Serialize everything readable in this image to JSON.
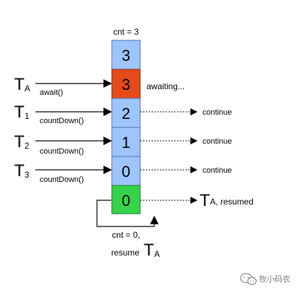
{
  "counter_label": "cnt = 3",
  "stack": [
    {
      "value": "3",
      "fill": "#9ec5fe",
      "stroke": "#4a6fa5"
    },
    {
      "value": "3",
      "fill": "#e64a19",
      "stroke": "#7a2a12"
    },
    {
      "value": "2",
      "fill": "#9ec5fe",
      "stroke": "#4a6fa5"
    },
    {
      "value": "1",
      "fill": "#9ec5fe",
      "stroke": "#4a6fa5"
    },
    {
      "value": "0",
      "fill": "#9ec5fe",
      "stroke": "#4a6fa5"
    },
    {
      "value": "0",
      "fill": "#34d34a",
      "stroke": "#1f7a2b"
    }
  ],
  "threads": [
    {
      "main": "T",
      "sub": "A",
      "call": "await()"
    },
    {
      "main": "T",
      "sub": "1",
      "call": "countDown()"
    },
    {
      "main": "T",
      "sub": "2",
      "call": "countDown()"
    },
    {
      "main": "T",
      "sub": "3",
      "call": "countDown()"
    }
  ],
  "right_labels": {
    "awaiting": "awaiting...",
    "continue": "continue",
    "resumed_main": "T",
    "resumed_sub": "A, resumed"
  },
  "bottom": {
    "line1": "cnt = 0,",
    "line2": "resume",
    "t_main": "T",
    "t_sub": "A"
  },
  "watermark": {
    "icon": "wechat-icon",
    "text": "牧小码农"
  }
}
